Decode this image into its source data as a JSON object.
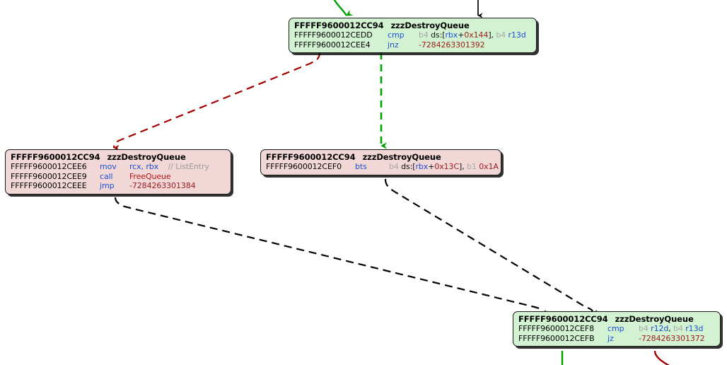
{
  "diagram": {
    "type": "control-flow-graph",
    "title": "zzzDestroyQueue control flow graph",
    "colors": {
      "block_conditional_bg": "#d2f2d2",
      "block_terminal_bg": "#f2d7d7",
      "block_border": "#1a1a1a",
      "edge_true": "#00a000",
      "edge_false": "#a00000",
      "edge_flow": "#000000",
      "mnemonic": "#1a4fd6",
      "register": "#1a4fd6",
      "immediate": "#9c1a1a",
      "size_prefix": "#a8a8a8",
      "comment": "#9a9a9a",
      "call_target": "#b11414"
    },
    "blocks": [
      {
        "id": "block-cmp-0x144",
        "kind": "green",
        "header_address": "FFFFF9600012CC94",
        "header_function": "zzzDestroyQueue",
        "instructions": [
          {
            "address": "FFFFF9600012CEDD",
            "mnemonic": "cmp",
            "operands_text": "b4 ds:[rbx+0x144], b4 r13d",
            "tokens": [
              {
                "t": "b4",
                "c": "sz"
              },
              {
                "t": " ds:[",
                "c": "mem"
              },
              {
                "t": "rbx",
                "c": "reg"
              },
              {
                "t": "+",
                "c": "mem"
              },
              {
                "t": "0x144",
                "c": "imm"
              },
              {
                "t": "], ",
                "c": "mem"
              },
              {
                "t": "b4",
                "c": "sz"
              },
              {
                "t": " r13d",
                "c": "reg"
              }
            ]
          },
          {
            "address": "FFFFF9600012CEE4",
            "mnemonic": "jnz",
            "operands_text": "-7284263301392",
            "tokens": [
              {
                "t": "-7284263301392",
                "c": "num"
              }
            ]
          }
        ]
      },
      {
        "id": "block-free-queue",
        "kind": "pink",
        "header_address": "FFFFF9600012CC94",
        "header_function": "zzzDestroyQueue",
        "instructions": [
          {
            "address": "FFFFF9600012CEE6",
            "mnemonic": "mov",
            "operands_text": "rcx, rbx    // ListEntry",
            "tokens": [
              {
                "t": "rcx, rbx",
                "c": "reg"
              },
              {
                "t": "    ",
                "c": "mem"
              },
              {
                "t": "// ListEntry",
                "c": "cmt"
              }
            ]
          },
          {
            "address": "FFFFF9600012CEE9",
            "mnemonic": "call",
            "operands_text": "FreeQueue",
            "tokens": [
              {
                "t": "FreeQueue",
                "c": "tgt"
              }
            ]
          },
          {
            "address": "FFFFF9600012CEEE",
            "mnemonic": "jmp",
            "operands_text": "-7284263301384",
            "tokens": [
              {
                "t": "-7284263301384",
                "c": "num"
              }
            ]
          }
        ]
      },
      {
        "id": "block-bts-0x13c",
        "kind": "pink",
        "header_address": "FFFFF9600012CC94",
        "header_function": "zzzDestroyQueue",
        "instructions": [
          {
            "address": "FFFFF9600012CEF0",
            "mnemonic": "bts",
            "operands_text": "b4 ds:[rbx+0x13C], b1 0x1A",
            "tokens": [
              {
                "t": "b4",
                "c": "sz"
              },
              {
                "t": " ds:[",
                "c": "mem"
              },
              {
                "t": "rbx",
                "c": "reg"
              },
              {
                "t": "+",
                "c": "mem"
              },
              {
                "t": "0x13C",
                "c": "imm"
              },
              {
                "t": "], ",
                "c": "mem"
              },
              {
                "t": "b1",
                "c": "sz"
              },
              {
                "t": " 0x1A",
                "c": "imm"
              }
            ]
          }
        ]
      },
      {
        "id": "block-cmp-r12d",
        "kind": "green",
        "header_address": "FFFFF9600012CC94",
        "header_function": "zzzDestroyQueue",
        "instructions": [
          {
            "address": "FFFFF9600012CEF8",
            "mnemonic": "cmp",
            "operands_text": "b4 r12d, b4 r13d",
            "tokens": [
              {
                "t": "b4",
                "c": "sz"
              },
              {
                "t": " r12d",
                "c": "reg"
              },
              {
                "t": ", ",
                "c": "mem"
              },
              {
                "t": "b4",
                "c": "sz"
              },
              {
                "t": " r13d",
                "c": "reg"
              }
            ]
          },
          {
            "address": "FFFFF9600012CEFB",
            "mnemonic": "jz",
            "operands_text": "-7284263301372",
            "tokens": [
              {
                "t": "-7284263301372",
                "c": "num"
              }
            ]
          }
        ]
      }
    ]
  }
}
